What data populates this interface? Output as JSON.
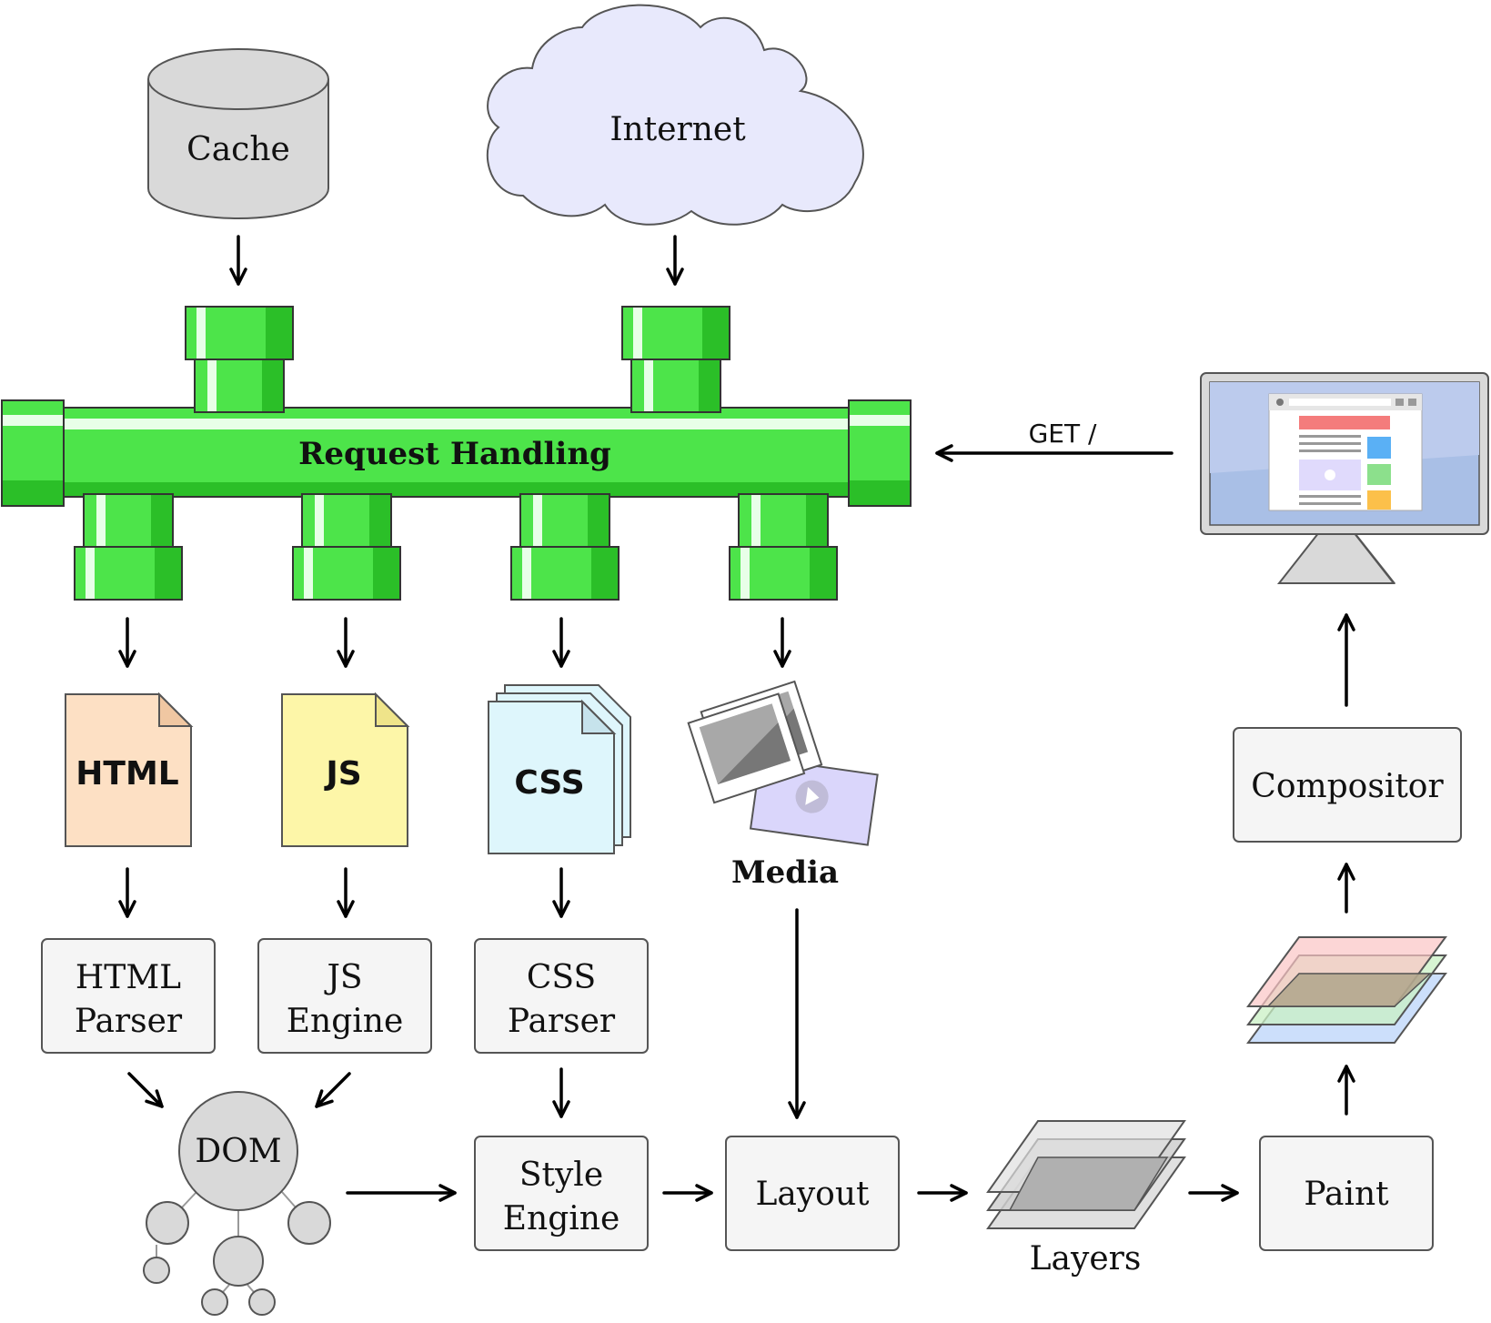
{
  "nodes": {
    "cache": "Cache",
    "internet": "Internet",
    "request_handling": "Request Handling",
    "get_request": "GET /",
    "html_file": "HTML",
    "js_file": "JS",
    "css_file": "CSS",
    "media": "Media",
    "html_parser": [
      "HTML",
      "Parser"
    ],
    "js_engine": [
      "JS",
      "Engine"
    ],
    "css_parser": [
      "CSS",
      "Parser"
    ],
    "dom": "DOM",
    "style_engine": [
      "Style",
      "Engine"
    ],
    "layout": "Layout",
    "layers": "Layers",
    "paint": "Paint",
    "compositor": "Compositor"
  },
  "colors": {
    "pipe_green": "#4de44a",
    "pipe_dark": "#2bbf28",
    "cache_gray": "#d9d9d9",
    "cloud": "#e8e9fc",
    "html_doc": "#fde0c4",
    "js_doc": "#fdf6a8",
    "css_doc": "#def6fc",
    "box_fill": "#f5f5f5"
  }
}
